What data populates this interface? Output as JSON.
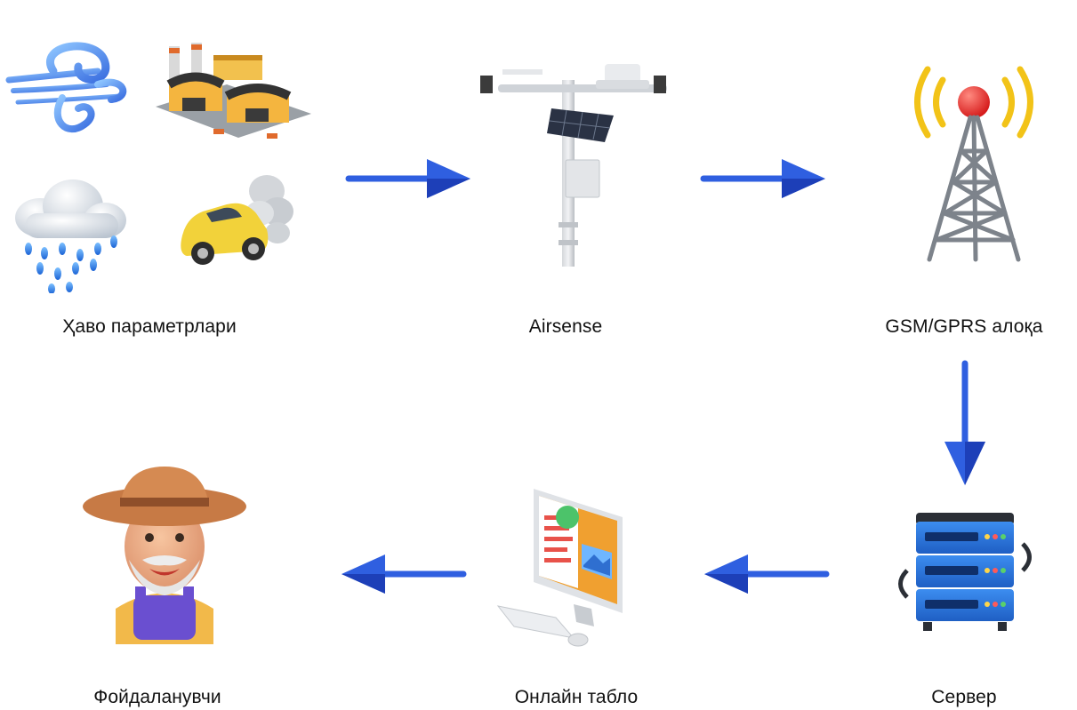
{
  "diagram": {
    "nodes": [
      {
        "id": "weather",
        "label": "Ҳаво параметрлари",
        "icon": "weather-sources-icon"
      },
      {
        "id": "airsense",
        "label": "Airsense",
        "icon": "weather-station-icon"
      },
      {
        "id": "gsm",
        "label": "GSM/GPRS алоқа",
        "icon": "radio-tower-icon"
      },
      {
        "id": "server",
        "label": "Сервер",
        "icon": "server-rack-icon"
      },
      {
        "id": "dashboard",
        "label": "Онлайн табло",
        "icon": "monitor-icon"
      },
      {
        "id": "user",
        "label": "Фойдаланувчи",
        "icon": "farmer-avatar-icon"
      }
    ],
    "edges": [
      {
        "from": "weather",
        "to": "airsense"
      },
      {
        "from": "airsense",
        "to": "gsm"
      },
      {
        "from": "gsm",
        "to": "server"
      },
      {
        "from": "server",
        "to": "dashboard"
      },
      {
        "from": "dashboard",
        "to": "user"
      }
    ],
    "colors": {
      "arrow": "#2f5fe0",
      "arrow_dark": "#1d3fb8",
      "label": "#111111"
    }
  }
}
